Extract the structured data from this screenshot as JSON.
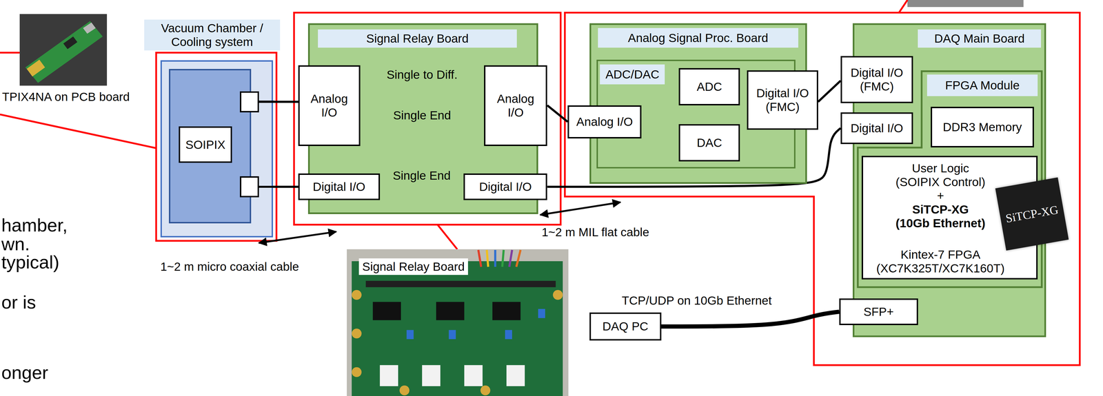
{
  "diagram": {
    "nodes": [
      {
        "text": [
          "Vacuum Chamber / Cooling system"
        ]
      },
      {
        "text": [
          "SOIPIX"
        ],
        "in": 0
      },
      {
        "text": [
          "Signal Relay Board"
        ]
      },
      {
        "text": [
          "Analog I/O"
        ],
        "in": 2
      },
      {
        "text": [
          "Analog I/O"
        ],
        "in": 2
      },
      {
        "text": [
          "Digital I/O"
        ],
        "in": 2
      },
      {
        "text": [
          "Digital I/O"
        ],
        "in": 2
      },
      {
        "text": [
          "Analog Signal Proc. Board"
        ]
      },
      {
        "text": [
          "ADC/DAC"
        ],
        "in": 7
      },
      {
        "text": [
          "ADC"
        ],
        "in": 8
      },
      {
        "text": [
          "DAC"
        ],
        "in": 8
      },
      {
        "text": [
          "Analog I/O"
        ],
        "in": 8
      },
      {
        "text": [
          "Digital I/O (FMC)"
        ],
        "in": 7
      },
      {
        "text": [
          "DAQ Main Board"
        ]
      },
      {
        "text": [
          "Digital I/O (FMC)"
        ],
        "in": 13
      },
      {
        "text": [
          "Digital I/O"
        ],
        "in": 13
      },
      {
        "text": [
          "FPGA Module"
        ],
        "in": 13
      },
      {
        "text": [
          "DDR3 Memory"
        ],
        "in": 16
      },
      {
        "text": [
          "User Logic (SOIPIX Control)",
          "+",
          "SiTCP-XG (10Gb Ethernet)",
          "Kintex-7 FPGA (XC7K325T/XC7K160T)"
        ],
        "in": 16
      },
      {
        "text": [
          "SFP+"
        ],
        "in": 13
      },
      {
        "text": [
          "DAQ PC"
        ]
      }
    ],
    "edges": [
      {
        "from": 0,
        "to": 3,
        "arrow": "none"
      },
      {
        "from": 0,
        "to": 5,
        "arrow": "none"
      },
      {
        "from": 3,
        "to": 4,
        "label": "Single to Diff.",
        "arrow": "to"
      },
      {
        "from": 4,
        "to": 3,
        "label": "Single End",
        "arrow": "to"
      },
      {
        "from": 5,
        "to": 6,
        "label": "Single End",
        "arrow": "none"
      },
      {
        "from": 4,
        "to": 11,
        "arrow": "none"
      },
      {
        "from": 6,
        "to": 15,
        "arrow": "none"
      },
      {
        "from": 11,
        "to": 9,
        "arrow": "to"
      },
      {
        "from": 10,
        "to": 11,
        "arrow": "to"
      },
      {
        "from": 12,
        "to": 14,
        "arrow": "none"
      },
      {
        "from": 20,
        "to": 19,
        "label": "TCP/UDP on 10Gb Ethernet",
        "arrow": "none"
      }
    ],
    "labels": [
      "TPIX4NA on PCB board",
      "hamber,",
      "wn.",
      "typical)",
      "or is",
      "onger",
      "1~2 m micro coaxial cable",
      "1~2 m MIL flat cable",
      "Signal Relay Board",
      "SiTCP-XG"
    ]
  }
}
